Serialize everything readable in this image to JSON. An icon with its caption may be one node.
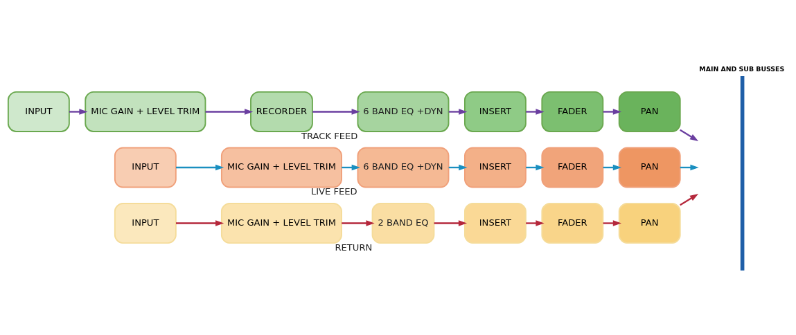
{
  "diagram": {
    "nodes": [
      {
        "text": [
          "INPUT"
        ]
      },
      {
        "text": [
          "MIC GAIN + LEVEL TRIM"
        ]
      },
      {
        "text": [
          "RECORDER"
        ]
      },
      {
        "text": [
          "6 BAND EQ +DYN"
        ],
        "beside": [
          "TRACK FEED"
        ]
      },
      {
        "text": [
          "INSERT"
        ]
      },
      {
        "text": [
          "FADER"
        ]
      },
      {
        "text": [
          "PAN"
        ]
      },
      {
        "text": [
          "INPUT"
        ]
      },
      {
        "text": [
          "MIC GAIN + LEVEL TRIM"
        ]
      },
      {
        "text": [
          "6 BAND EQ +DYN"
        ],
        "beside": [
          "LIVE FEED"
        ]
      },
      {
        "text": [
          "INSERT"
        ]
      },
      {
        "text": [
          "FADER"
        ]
      },
      {
        "text": [
          "PAN"
        ]
      },
      {
        "text": [
          "INPUT"
        ]
      },
      {
        "text": [
          "MIC GAIN + LEVEL TRIM"
        ]
      },
      {
        "text": [
          "2 BAND EQ"
        ],
        "beside": [
          "RETURN"
        ]
      },
      {
        "text": [
          "INSERT"
        ]
      },
      {
        "text": [
          "FADER"
        ]
      },
      {
        "text": [
          "PAN"
        ]
      },
      {
        "text": [
          "MAIN AND SUB BUSSES"
        ]
      }
    ],
    "edges": [
      {
        "from": 0,
        "to": 1,
        "arrow": "to",
        "color": "#6b3fa0"
      },
      {
        "from": 1,
        "to": 2,
        "arrow": "to",
        "color": "#6b3fa0"
      },
      {
        "from": 2,
        "to": 3,
        "arrow": "to",
        "color": "#6b3fa0"
      },
      {
        "from": 3,
        "to": 4,
        "arrow": "to",
        "color": "#6b3fa0"
      },
      {
        "from": 4,
        "to": 5,
        "arrow": "to",
        "color": "#6b3fa0"
      },
      {
        "from": 5,
        "to": 6,
        "arrow": "to",
        "color": "#6b3fa0"
      },
      {
        "from": 6,
        "to": 19,
        "arrow": "to",
        "color": "#6b3fa0"
      },
      {
        "from": 7,
        "to": 8,
        "arrow": "to",
        "color": "#1a8fc0"
      },
      {
        "from": 8,
        "to": 9,
        "arrow": "to",
        "color": "#1a8fc0"
      },
      {
        "from": 9,
        "to": 10,
        "arrow": "to",
        "color": "#1a8fc0"
      },
      {
        "from": 10,
        "to": 11,
        "arrow": "to",
        "color": "#1a8fc0"
      },
      {
        "from": 11,
        "to": 12,
        "arrow": "to",
        "color": "#1a8fc0"
      },
      {
        "from": 12,
        "to": 19,
        "arrow": "to",
        "color": "#1a8fc0"
      },
      {
        "from": 13,
        "to": 14,
        "arrow": "to",
        "color": "#b5283c"
      },
      {
        "from": 14,
        "to": 15,
        "arrow": "to",
        "color": "#b5283c"
      },
      {
        "from": 15,
        "to": 16,
        "arrow": "to",
        "color": "#b5283c"
      },
      {
        "from": 16,
        "to": 17,
        "arrow": "to",
        "color": "#b5283c"
      },
      {
        "from": 17,
        "to": 18,
        "arrow": "to",
        "color": "#b5283c"
      },
      {
        "from": 18,
        "to": 19,
        "arrow": "to",
        "color": "#b5283c"
      }
    ]
  }
}
